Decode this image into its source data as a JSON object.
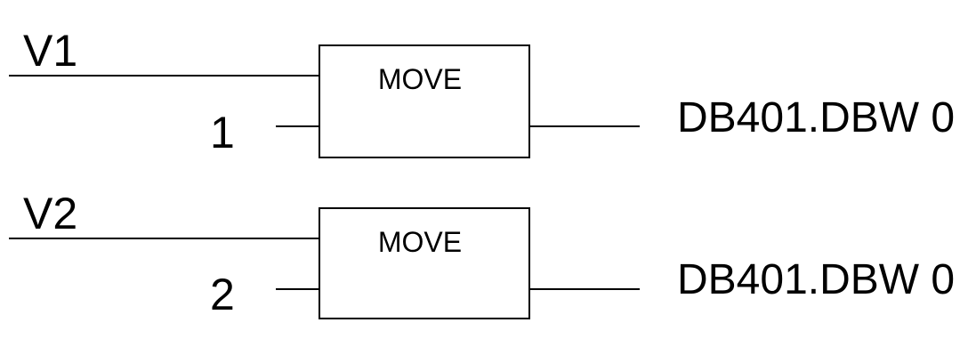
{
  "blocks": [
    {
      "enable_label": "V1",
      "title": "MOVE",
      "input_value": "1",
      "output_address": "DB401.DBW 0"
    },
    {
      "enable_label": "V2",
      "title": "MOVE",
      "input_value": "2",
      "output_address": "DB401.DBW 0"
    }
  ]
}
